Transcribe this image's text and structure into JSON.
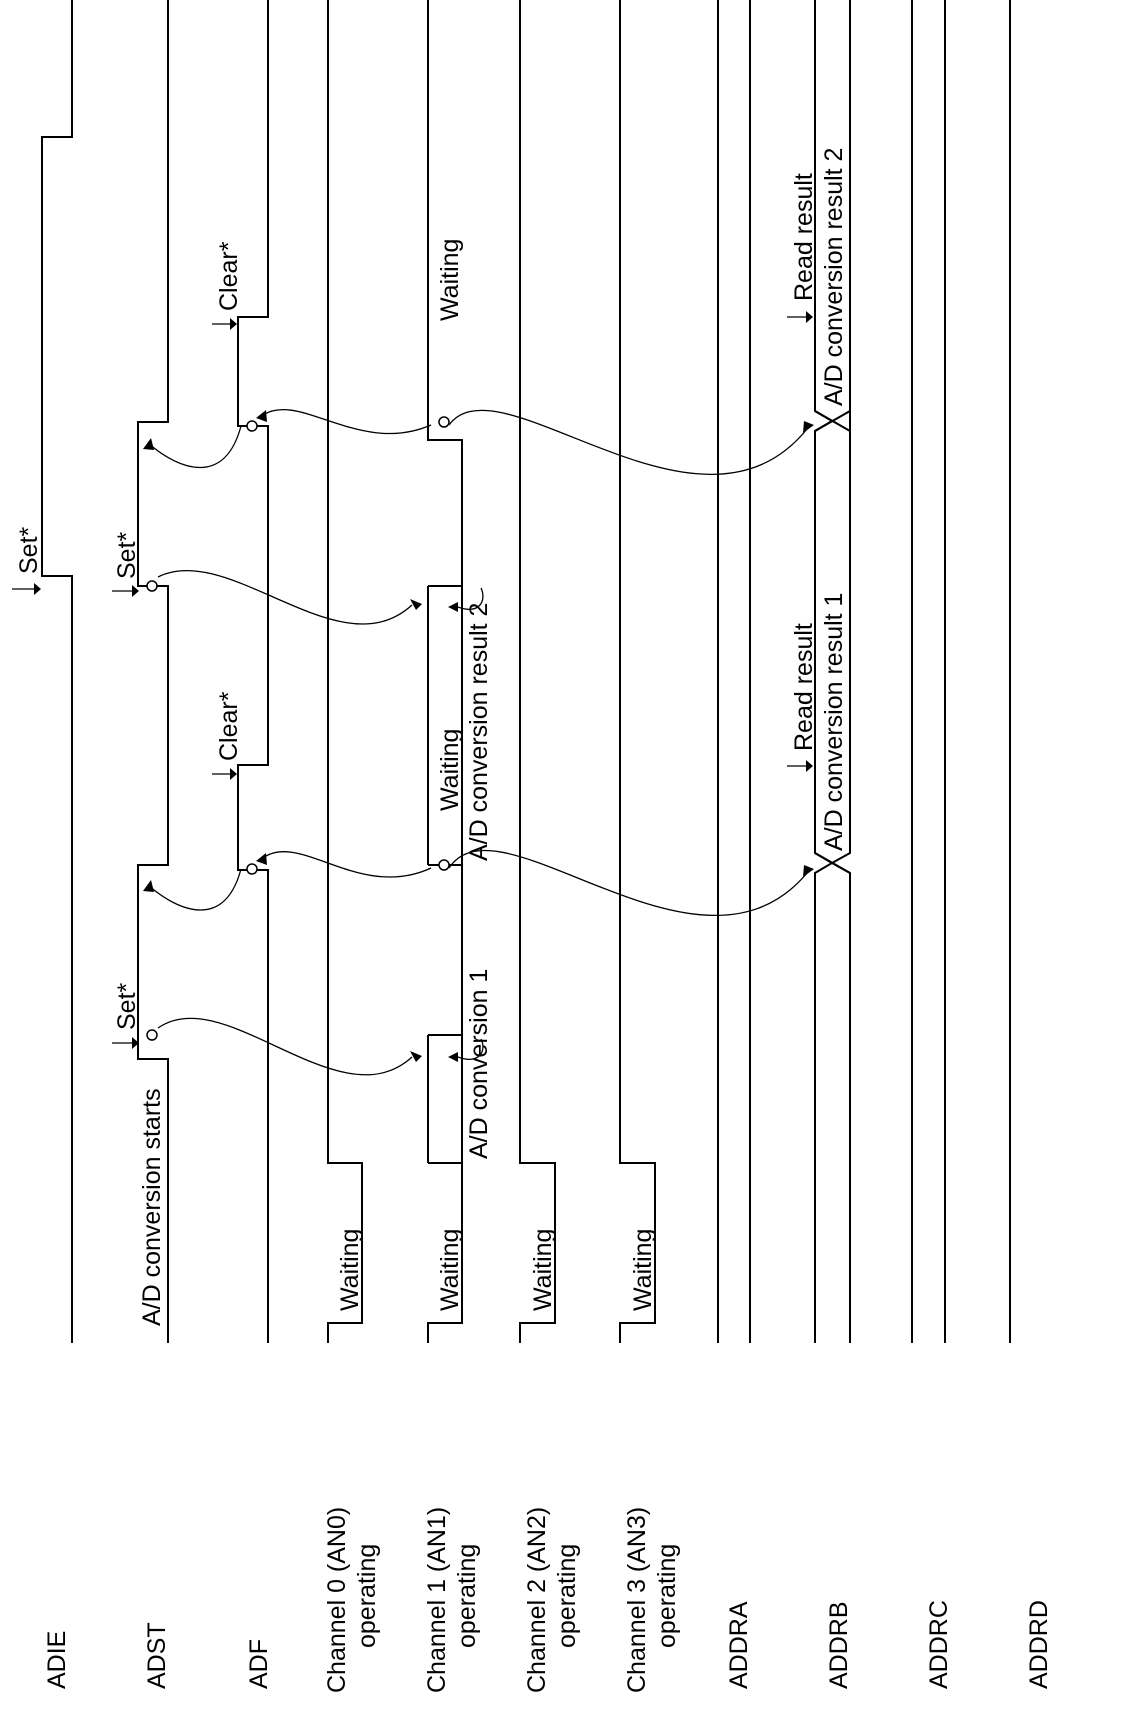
{
  "signals": {
    "adie": "ADIE",
    "adst": "ADST",
    "adf": "ADF",
    "ch0": {
      "line1": "Channel 0 (AN0)",
      "line2": "operating"
    },
    "ch1": {
      "line1": "Channel 1 (AN1)",
      "line2": "operating"
    },
    "ch2": {
      "line1": "Channel 2 (AN2)",
      "line2": "operating"
    },
    "ch3": {
      "line1": "Channel 3 (AN3)",
      "line2": "operating"
    },
    "addra": "ADDRA",
    "addrb": "ADDRB",
    "addrc": "ADDRC",
    "addrd": "ADDRD"
  },
  "labels": {
    "adst_start": "A/D conversion starts",
    "set": "Set*",
    "clear": "Clear*",
    "waiting": "Waiting",
    "conv1": "A/D conversion 1",
    "conv2": "A/D conversion result 2",
    "read_result": "Read result",
    "result1": "A/D conversion result 1",
    "result2": "A/D conversion result 2"
  },
  "colors": {
    "line": "#000000",
    "background": "#ffffff"
  }
}
